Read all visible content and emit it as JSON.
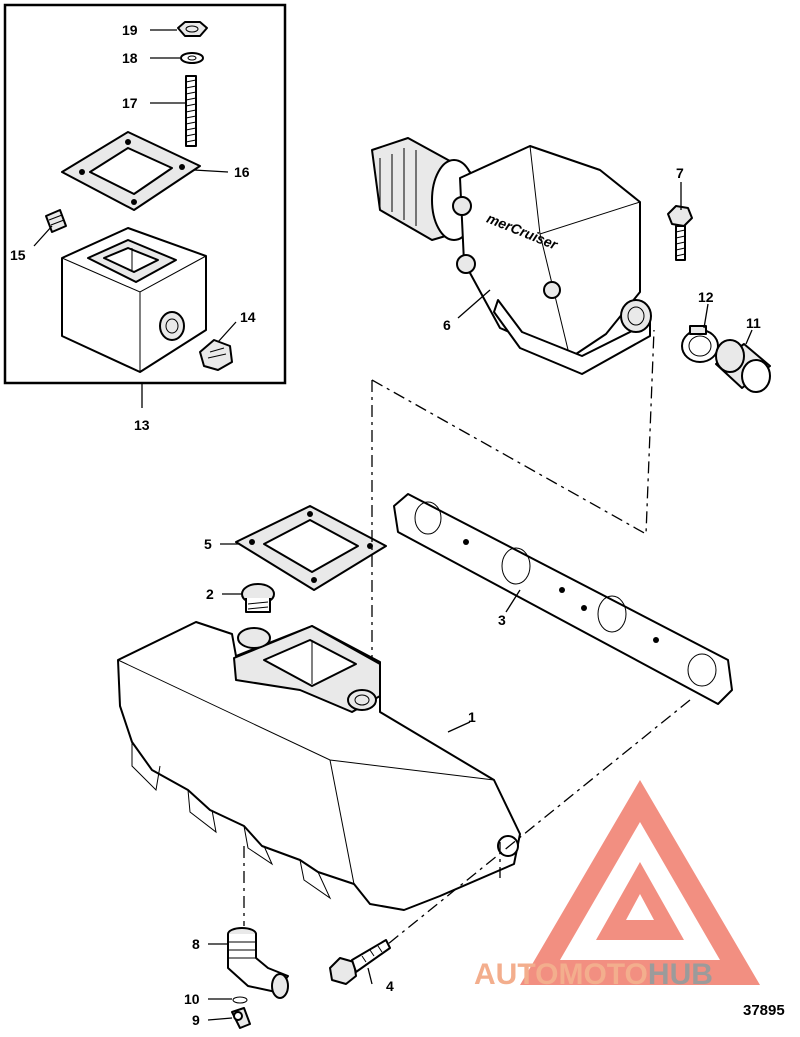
{
  "callouts": {
    "c1": "1",
    "c2": "2",
    "c3": "3",
    "c4": "4",
    "c5": "5",
    "c6": "6",
    "c7": "7",
    "c8": "8",
    "c9": "9",
    "c10": "10",
    "c11": "11",
    "c12": "12",
    "c13": "13",
    "c14": "14",
    "c15": "15",
    "c16": "16",
    "c17": "17",
    "c18": "18",
    "c19": "19"
  },
  "elbow_logo_text": "merCruiser",
  "watermark": {
    "part1": "AUTO",
    "part2": "MOTO",
    "part3": "HUB",
    "color_light": "#f2a07a",
    "color_dark": "#8a8a8a",
    "triangle_color": "#f07c6c"
  },
  "figure_number": "37895"
}
